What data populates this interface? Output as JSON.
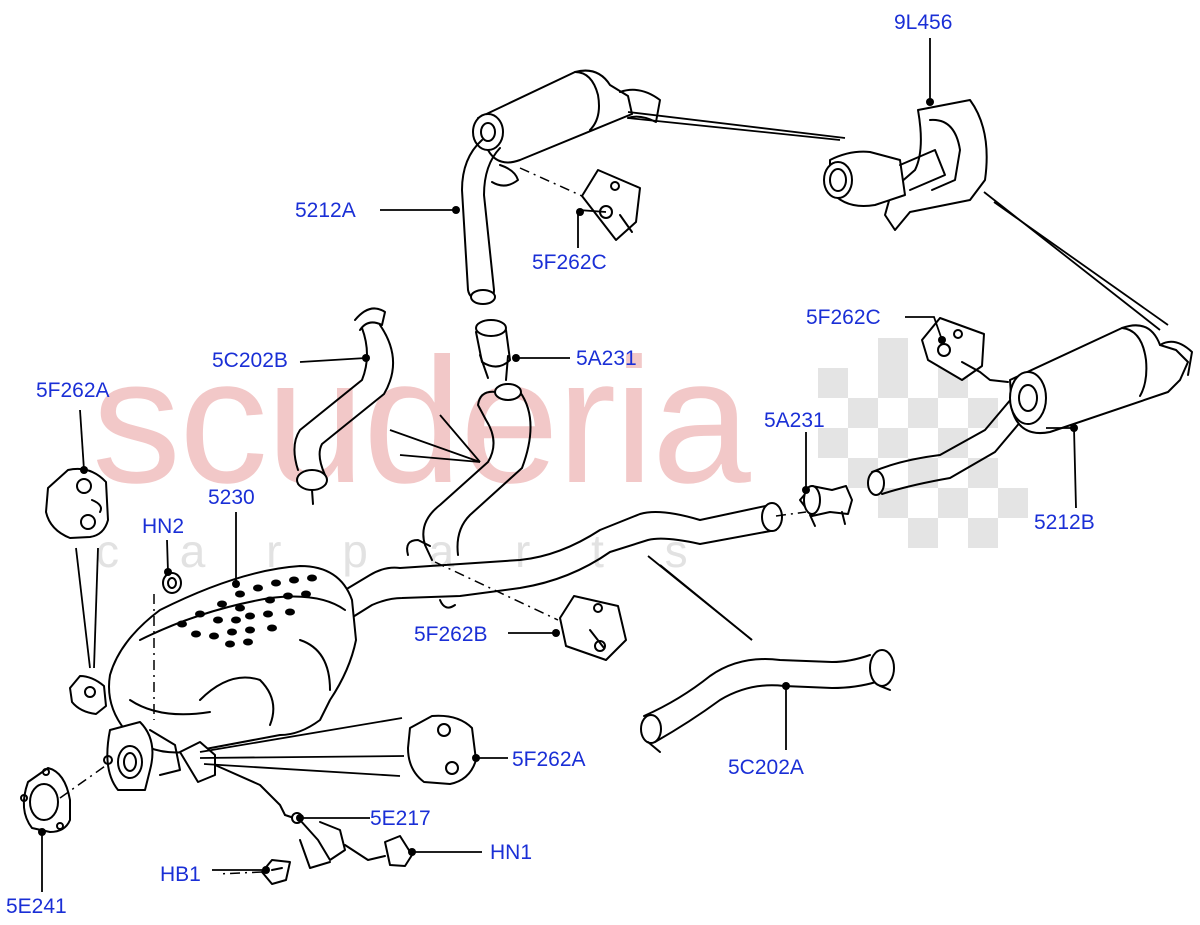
{
  "watermark": {
    "brand": "scuderia",
    "sub": "c a r p a r t s",
    "brand_color": "#f2c8c8",
    "sub_color": "#e2e2e2"
  },
  "colors": {
    "label": "#1a2fd6",
    "line": "#000000"
  },
  "labels": {
    "l_9L456": "9L456",
    "l_5212A": "5212A",
    "l_5F262C_top": "5F262C",
    "l_5F262C_right": "5F262C",
    "l_5C202B": "5C202B",
    "l_5A231_mid": "5A231",
    "l_5A231_right": "5A231",
    "l_5F262A_left": "5F262A",
    "l_5230": "5230",
    "l_HN2": "HN2",
    "l_5212B": "5212B",
    "l_5F262B": "5F262B",
    "l_5F262A_bottom": "5F262A",
    "l_5C202A": "5C202A",
    "l_5E217": "5E217",
    "l_HN1": "HN1",
    "l_HB1": "HB1",
    "l_5E241": "5E241"
  }
}
